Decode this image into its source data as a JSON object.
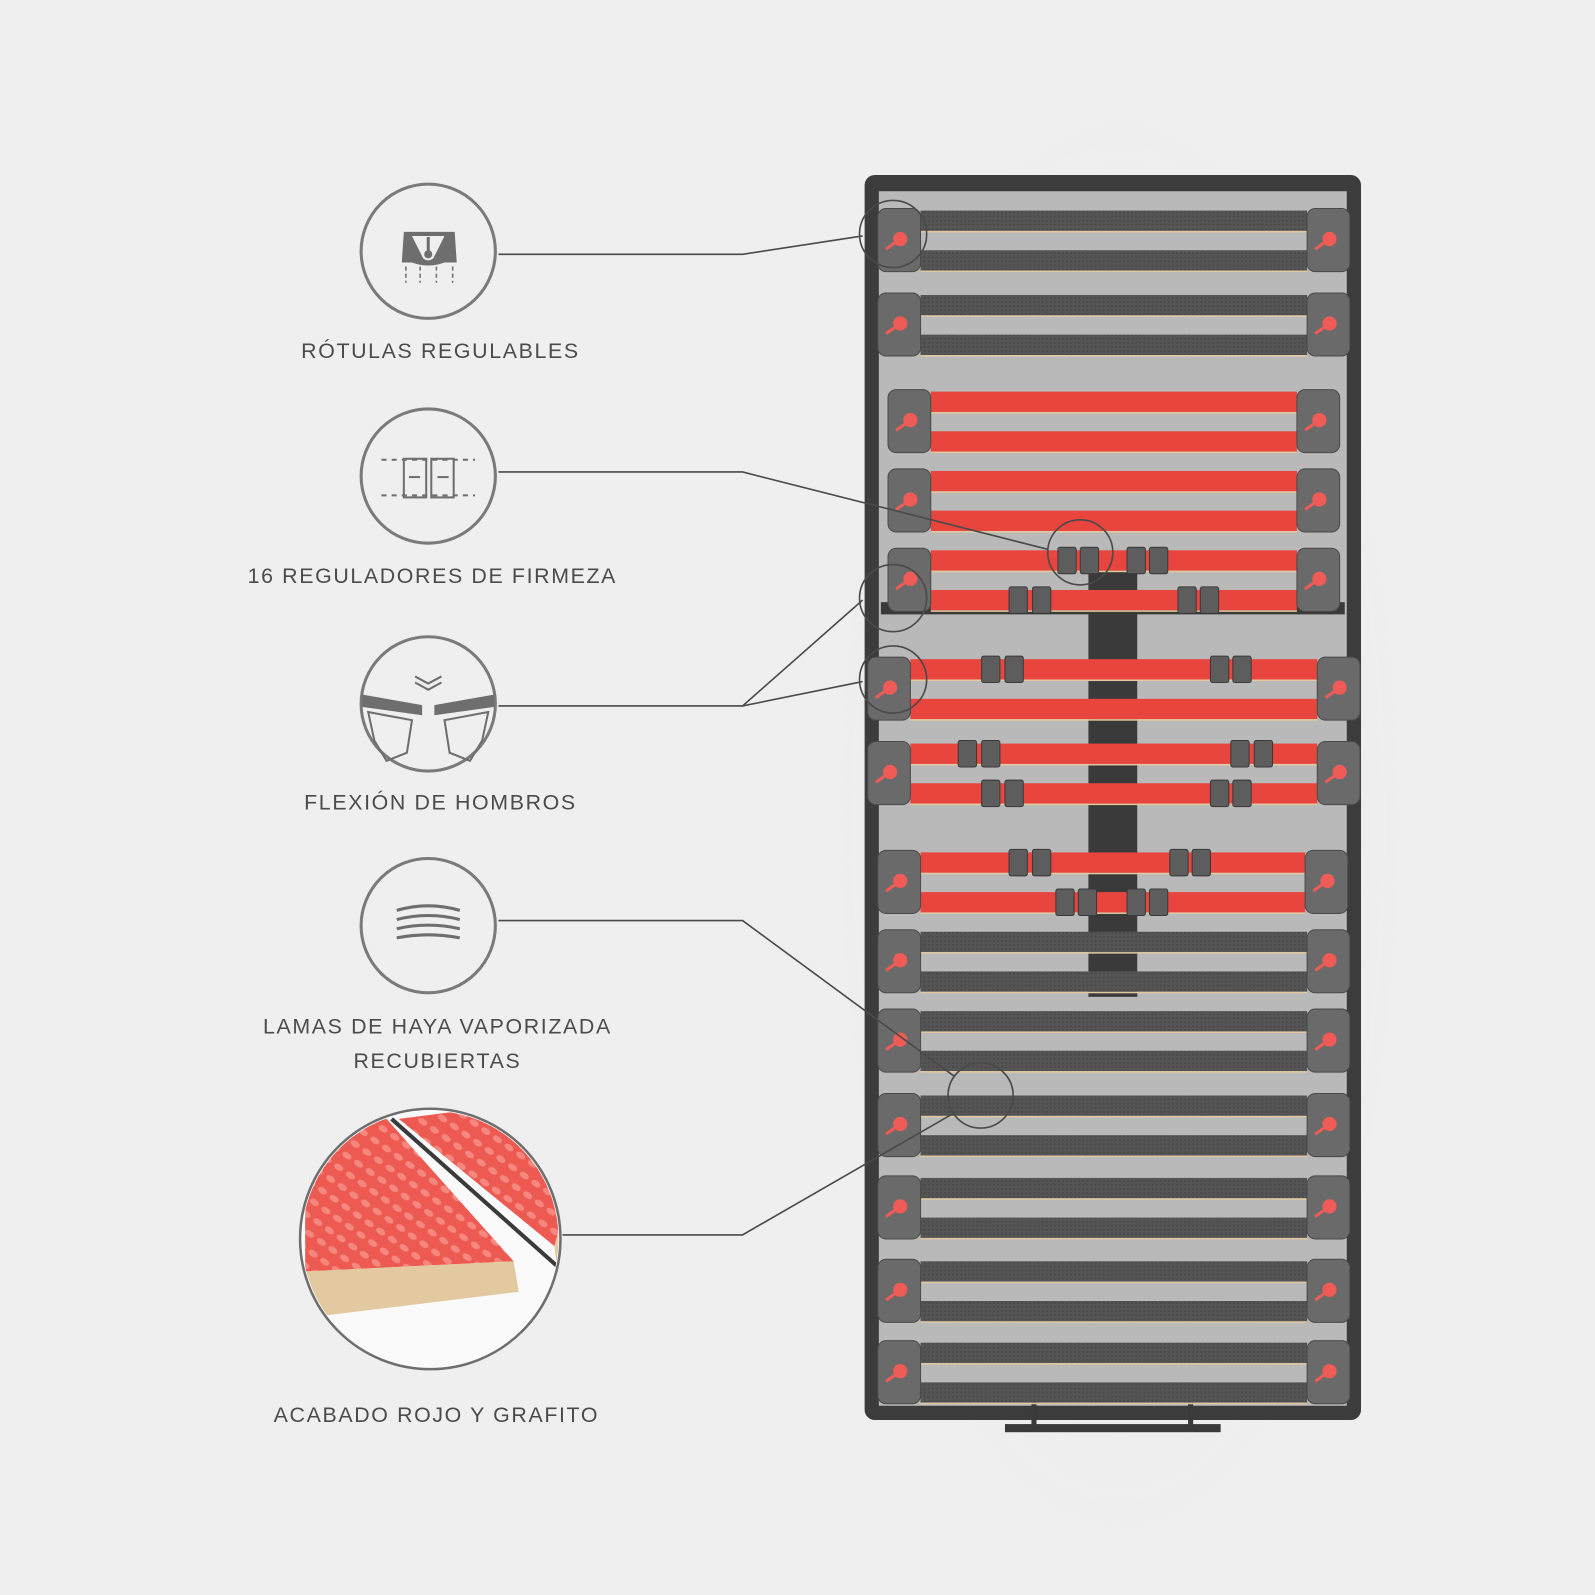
{
  "features": [
    {
      "label": "RÓTULAS REGULABLES",
      "icon": "adjustable-joint-icon"
    },
    {
      "label": "16 REGULADORES DE FIRMEZA",
      "icon": "firmness-regulator-icon"
    },
    {
      "label": "FLEXIÓN DE HOMBROS",
      "icon": "shoulder-flex-icon"
    },
    {
      "label_line1": "LAMAS DE HAYA VAPORIZADA",
      "label_line2": "RECUBIERTAS",
      "icon": "slats-icon"
    },
    {
      "label": "ACABADO ROJO Y GRAFITO",
      "icon": "finish-detail-image"
    }
  ],
  "colors": {
    "red": "#e8453f",
    "graphite": "#5a5a5a",
    "frame": "#3c3c3c",
    "wood": "#e3c9a0",
    "line": "#4a4a4a"
  }
}
